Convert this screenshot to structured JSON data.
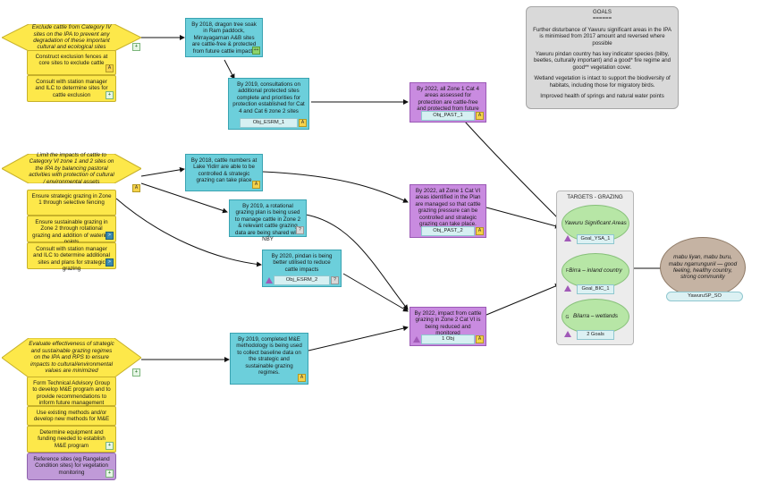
{
  "strategies": {
    "s1": "Exclude cattle from Category IV sites on the IPA to prevent any degradation of these important cultural and ecological sites",
    "s2": "Limit the impacts of cattle to Category VI zone 1 and 2 sites on the IPA by balancing pastoral activities with protection of cultural / environmental assets",
    "s3": "Evaluate effectiveness of strategic and sustainable grazing regimes on the IPA and RPS to ensure impacts to cultural/environmental values are minimized"
  },
  "activities": {
    "a1": "Construct exclusion fences at core sites to exclude cattle",
    "a2": "Consult with station manager and ILC to determine sites for cattle exclusion",
    "a3": "Ensure strategic grazing in Zone 1 through selective fencing",
    "a4": "Ensure sustainable grazing in Zone 2 through rotational grazing and addition of watering points",
    "a5": "Consult with station manager and ILC to determine additional sites and plans for strategic grazing",
    "a6": "Form Technical Advisory Group to develop M&E program and to provide recommendations to inform future management",
    "a7": "Use existing methods and/or develop new methods for M&E",
    "a8": "Determine equipment and funding needed to establish M&E program",
    "a9": "Reference sites (eg Rangeland Condition sites) for vegetation monitoring"
  },
  "results": {
    "r1": "By 2018, dragon tree soak in Ram paddock, Mirrayagarnan A&B sites are cattle-free & protected from future cattle impacts",
    "r2": "By 2019, consultations on additional protected sites complete and priorities for protection established for Cat 4 and Cat 6 zone 2 sites",
    "r2_tag": "Obj_ESRM_1",
    "r3": "By 2018, cattle numbers at Lake Yidirr are able to be controlled & strategic grazing can take place",
    "r4": "By 2019, a rotational grazing plan is being used to manage cattle in Zone 2 & relevant cattle grazing data are being shared with NBY",
    "r5": "By 2020, pindan is being better utilised to reduce cattle impacts",
    "r5_tag": "Obj_ESRM_2",
    "r6": "By 2019, completed M&E methodology is being used to collect baseline data on the strategic and sustainable grazing regimes."
  },
  "objectives": {
    "o1": "By 2022, all  Zone 1 Cat 4 areas assessed for protection are cattle-free and protected from future cattle impacts",
    "o1_tag": "Obj_PAST_1",
    "o2": "By 2022, all  Zone 1 Cat VI areas identified in the Plan are managed so that cattle grazing pressure can be controlled and strategic grazing can take place.",
    "o2_tag": "Obj_PAST_2",
    "o3": "By 2022, impact from cattle grazing in Zone 2 Cat VI is being reduced and monitored",
    "o3_tag": "1 Obj"
  },
  "goals": {
    "title": "GOALS",
    "underline": "======",
    "items": [
      "Further disturbance of Yawuru significant areas in the IPA is minimised from 2017 amount and reversed where possible",
      "Yawuru pindan country has key indicator species (bilby, beetles, culturally important) and a good* fire regime and good** vegetation cover.",
      "Wetland vegetation is intact to support the biodiversity of habitats, including those for migratory birds.",
      "Improved health of springs and natural water points"
    ]
  },
  "targets": {
    "title": "TARGETS - GRAZING",
    "t1": "Yawuru Significant Areas",
    "t1_tag": "Goal_YSA_1",
    "t2": "Birra – inland country",
    "t2_tag": "Goal_BIC_1",
    "t3": "Bilarra – wetlands",
    "t3_tag": "2 Goals"
  },
  "vision": {
    "text": "mabu liyan, mabu buru, mabu ngarrungunil — good feeling, healthy country, strong community",
    "tag": "YawuruSP_SO"
  },
  "badges": {
    "plus": "+",
    "doubleplus": "++",
    "a": "A",
    "q": "?",
    "f": "F",
    "g": "G",
    "p": ">"
  }
}
